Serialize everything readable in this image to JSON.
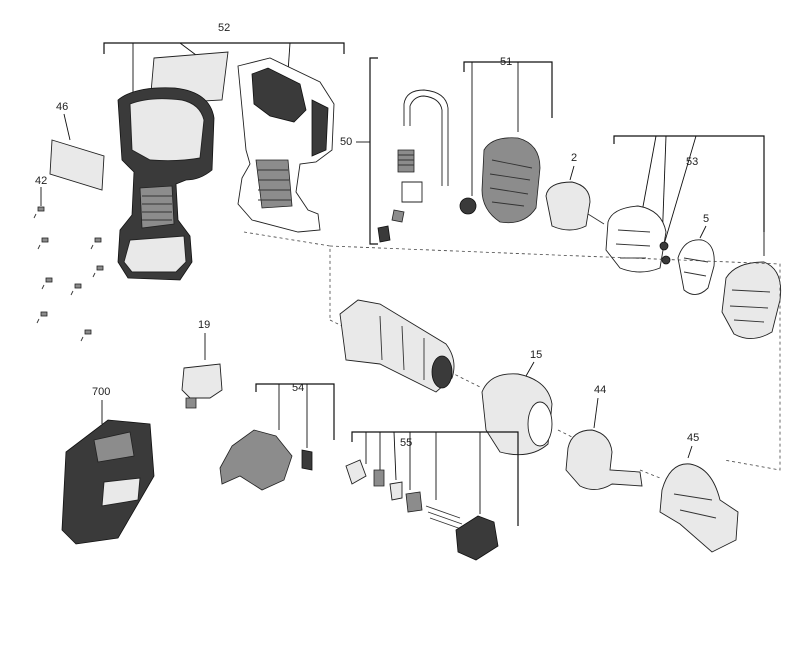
{
  "diagram": {
    "callouts": {
      "c52": "52",
      "c46": "46",
      "c42": "42",
      "c50": "50",
      "c51": "51",
      "c2": "2",
      "c53": "53",
      "c5": "5",
      "c19": "19",
      "c15": "15",
      "c54": "54",
      "c700": "700",
      "c44": "44",
      "c55": "55",
      "c45": "45"
    }
  }
}
